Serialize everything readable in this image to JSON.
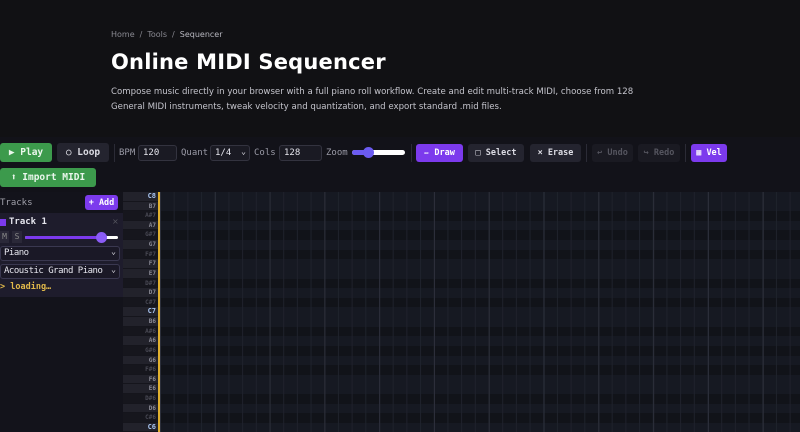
{
  "breadcrumb": [
    "Home",
    "/",
    "Tools",
    "/",
    "Sequencer"
  ],
  "title": "Online MIDI Sequencer",
  "description": "Compose music directly in your browser with a full piano roll workflow. Create and edit multi-track MIDI, choose from 128 General MIDI instruments, tweak velocity and quantization, and export standard .mid files.",
  "toolbar": {
    "play": "▶ Play",
    "loop": "○ Loop",
    "bpm_label": "BPM",
    "bpm": "120",
    "quant_label": "Quant",
    "quant": "1/4",
    "cols_label": "Cols",
    "cols": "128",
    "zoom_label": "Zoom",
    "zoom_level": 0.3,
    "draw": "✏ Draw",
    "select": "□ Select",
    "erase": "× Erase",
    "undo": "↩ Undo",
    "redo": "↪ Redo",
    "vel": "▦ Vel",
    "import": "⬆ Import MIDI"
  },
  "tracks": {
    "label": "Tracks",
    "add": "+ Add",
    "items": [
      {
        "name": "Track 1",
        "color": "#7c3aed",
        "mute": "M",
        "solo": "S",
        "volume": 0.82,
        "category": "Piano",
        "instrument": "Acoustic Grand Piano",
        "status": "> loading…"
      }
    ]
  },
  "piano_keys": [
    "C8",
    "B7",
    "A#7",
    "A7",
    "G#7",
    "G7",
    "F#7",
    "F7",
    "E7",
    "D#7",
    "D7",
    "C#7",
    "C7",
    "B6",
    "A#6",
    "A6",
    "G#6",
    "G6",
    "F#6",
    "F6",
    "E6",
    "D#6",
    "D6",
    "C#6",
    "C6"
  ],
  "colors": {
    "accent": "#7c3aed",
    "play": "#3c9a4c",
    "playhead": "#e0b030"
  }
}
